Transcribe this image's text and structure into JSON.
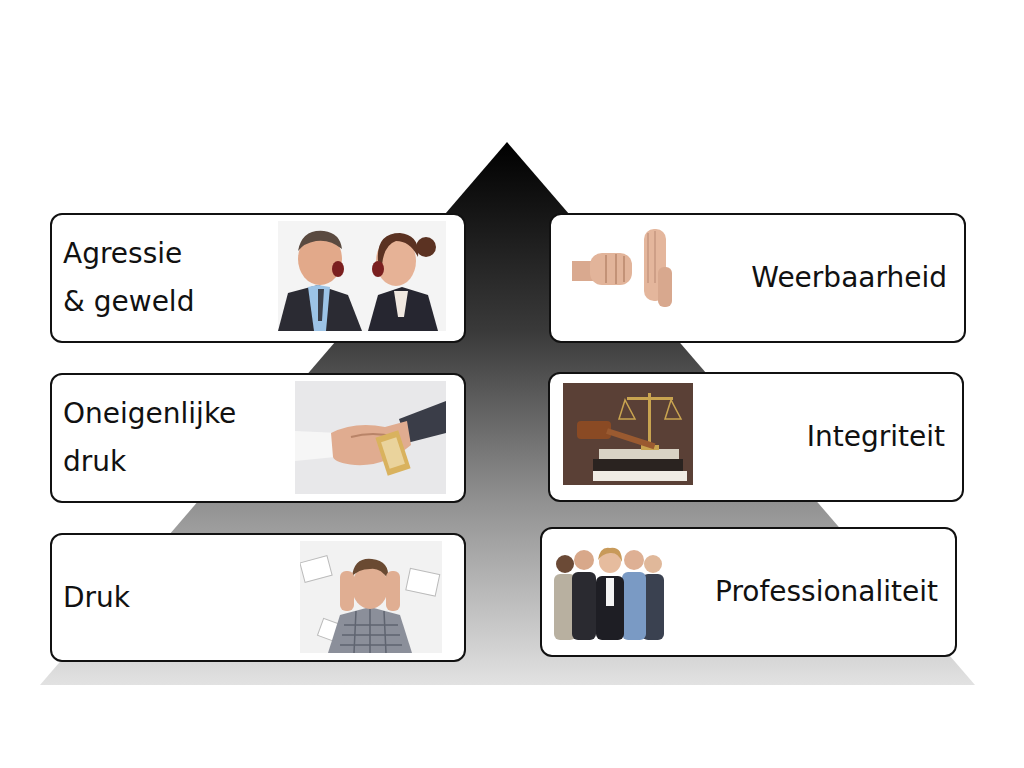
{
  "diagram": {
    "nodes": [
      {
        "text": [
          "Agressie & geweld"
        ]
      },
      {
        "text": [
          "Weerbaarheid"
        ]
      },
      {
        "text": [
          "Oneigenlijke druk"
        ]
      },
      {
        "text": [
          "Integriteit"
        ]
      },
      {
        "text": [
          "Druk"
        ]
      },
      {
        "text": [
          "Professionaliteit"
        ]
      }
    ]
  }
}
